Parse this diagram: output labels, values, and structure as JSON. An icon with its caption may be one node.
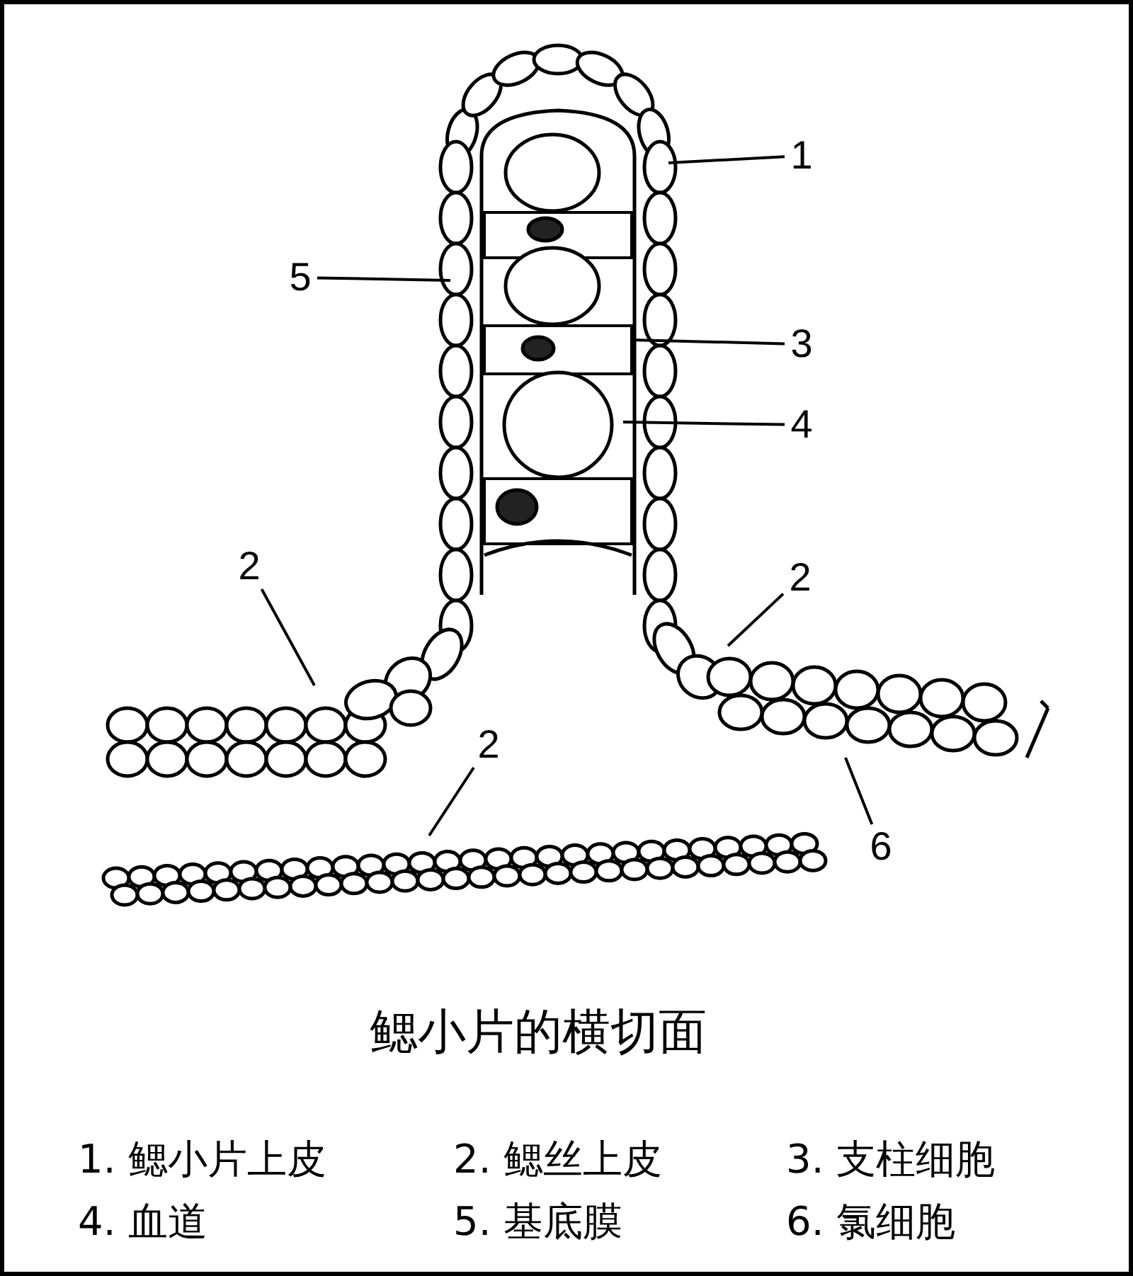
{
  "diagram": {
    "caption": "鳃小片的横切面",
    "nodes": [
      {
        "text": [
          "1"
        ]
      },
      {
        "text": [
          "5"
        ]
      },
      {
        "text": [
          "3"
        ]
      },
      {
        "text": [
          "4"
        ]
      },
      {
        "text": [
          "2"
        ]
      },
      {
        "text": [
          "2"
        ]
      },
      {
        "text": [
          "2"
        ]
      },
      {
        "text": [
          "6"
        ]
      }
    ],
    "edges": [
      {
        "from": 0,
        "to": null,
        "arrow": "none"
      },
      {
        "from": 1,
        "to": null,
        "arrow": "none"
      },
      {
        "from": 2,
        "to": null,
        "arrow": "none"
      },
      {
        "from": 3,
        "to": null,
        "arrow": "none"
      },
      {
        "from": 4,
        "to": null,
        "arrow": "none"
      },
      {
        "from": 5,
        "to": null,
        "arrow": "none"
      },
      {
        "from": 6,
        "to": null,
        "arrow": "none"
      },
      {
        "from": 7,
        "to": null,
        "arrow": "none"
      }
    ],
    "labels": [
      "1. 鳃小片上皮",
      "2. 鳃丝上皮",
      "3. 支柱细胞",
      "4. 血道",
      "5. 基底膜",
      "6. 氯细胞"
    ]
  }
}
